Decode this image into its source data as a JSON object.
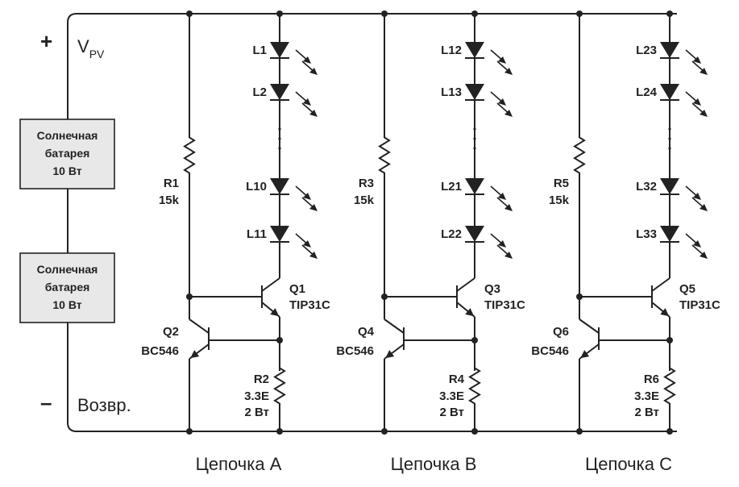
{
  "rails": {
    "plus_sign": "+",
    "minus_sign": "–",
    "pv_main": "V",
    "pv_sub": "PV",
    "return_label": "Возвр."
  },
  "panels": [
    {
      "line1": "Солнечная",
      "line2": "батарея",
      "line3": "10 Вт"
    },
    {
      "line1": "Солнечная",
      "line2": "батарея",
      "line3": "10 Вт"
    }
  ],
  "chains": [
    {
      "name": "Цепочка A",
      "leds": [
        "L1",
        "L2",
        "L10",
        "L11"
      ],
      "rbase": {
        "name": "R1",
        "value": "15k"
      },
      "qpower": {
        "name": "Q1",
        "type": "TIP31C"
      },
      "qsense": {
        "name": "Q2",
        "type": "BC546"
      },
      "rsense": {
        "name": "R2",
        "value": "3.3E",
        "power": "2 Вт"
      }
    },
    {
      "name": "Цепочка B",
      "leds": [
        "L12",
        "L13",
        "L21",
        "L22"
      ],
      "rbase": {
        "name": "R3",
        "value": "15k"
      },
      "qpower": {
        "name": "Q3",
        "type": "TIP31C"
      },
      "qsense": {
        "name": "Q4",
        "type": "BC546"
      },
      "rsense": {
        "name": "R4",
        "value": "3.3E",
        "power": "2 Вт"
      }
    },
    {
      "name": "Цепочка C",
      "leds": [
        "L23",
        "L24",
        "L32",
        "L33"
      ],
      "rbase": {
        "name": "R5",
        "value": "15k"
      },
      "qpower": {
        "name": "Q5",
        "type": "TIP31C"
      },
      "qsense": {
        "name": "Q6",
        "type": "BC546"
      },
      "rsense": {
        "name": "R6",
        "value": "3.3E",
        "power": "2 Вт"
      }
    }
  ]
}
